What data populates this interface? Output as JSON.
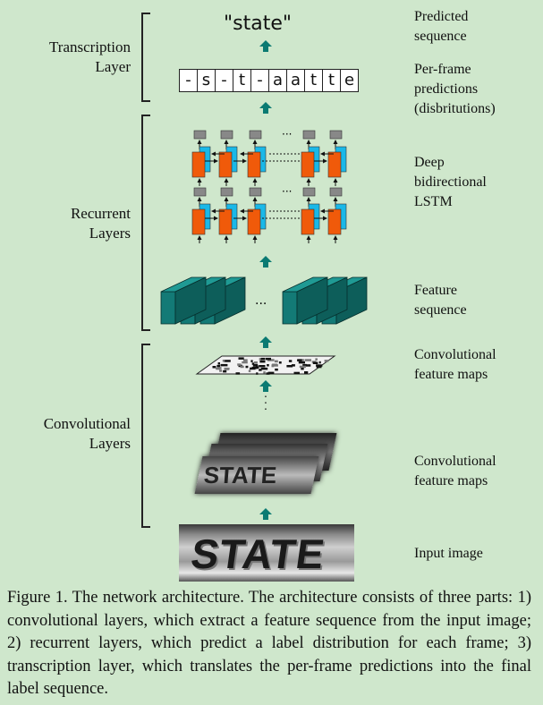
{
  "left_labels": {
    "transcription": [
      "Transcription",
      "Layer"
    ],
    "recurrent": [
      "Recurrent",
      "Layers"
    ],
    "convolutional": [
      "Convolutional",
      "Layers"
    ]
  },
  "right_labels": {
    "predicted": [
      "Predicted",
      "sequence"
    ],
    "perframe": [
      "Per-frame",
      "predictions",
      "(disbritutions)"
    ],
    "lstm": [
      "Deep",
      "bidirectional",
      "LSTM"
    ],
    "feature_seq": [
      "Feature",
      "sequence"
    ],
    "conv_maps_top": [
      "Convolutional",
      "feature maps"
    ],
    "conv_maps_bottom": [
      "Convolutional",
      "feature maps"
    ],
    "input": [
      "Input image"
    ]
  },
  "predicted_text": "\"state\"",
  "frames": [
    "-",
    "s",
    "-",
    "t",
    "-",
    "a",
    "a",
    "t",
    "t",
    "e"
  ],
  "ellipsis": "···",
  "image_word": "STATE",
  "colors": {
    "arrow": "#0a7a72",
    "lstm_orange": "#f05a0a",
    "lstm_cyan": "#1ab8e8",
    "lstm_output": "#888888",
    "feature_teal": "#137a76"
  },
  "caption": "Figure 1. The network architecture.  The architecture consists of three parts:  1) convolutional layers, which extract a feature sequence from the input image; 2) recurrent layers, which predict a label distribution for each frame; 3) transcription layer, which translates the per-frame predictions into the final label sequence."
}
